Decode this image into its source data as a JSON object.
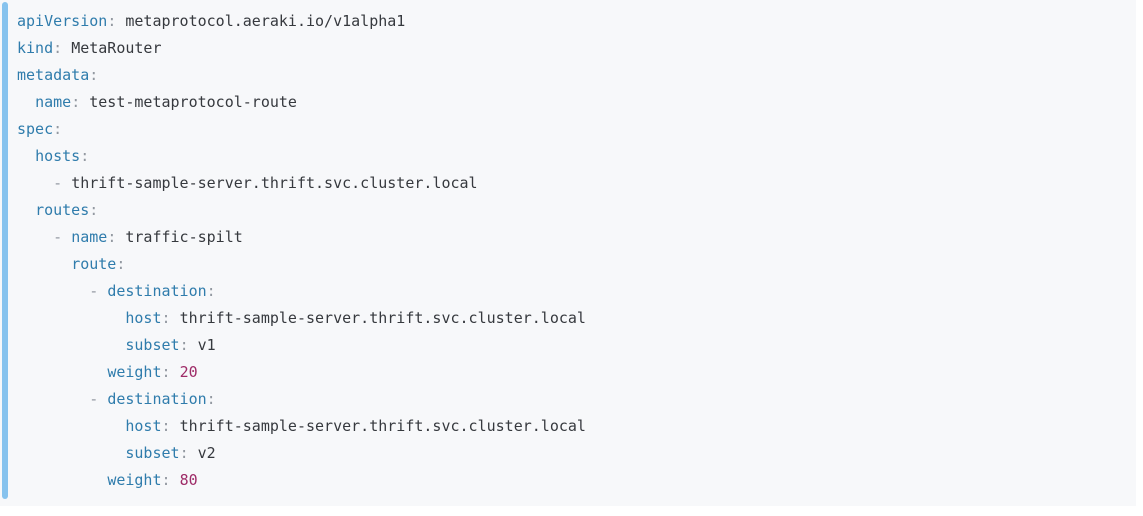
{
  "colors": {
    "background": "#f7f8fa",
    "accent_bar": "#87c3ee",
    "key": "#2f7cac",
    "punctuation": "#9399a1",
    "value": "#36393e",
    "number": "#9e2b67"
  },
  "code": {
    "language": "yaml",
    "lines": [
      [
        {
          "type": "key",
          "text": "apiVersion"
        },
        {
          "type": "punct",
          "text": ": "
        },
        {
          "type": "value",
          "text": "metaprotocol.aeraki.io/v1alpha1"
        }
      ],
      [
        {
          "type": "key",
          "text": "kind"
        },
        {
          "type": "punct",
          "text": ": "
        },
        {
          "type": "value",
          "text": "MetaRouter"
        }
      ],
      [
        {
          "type": "key",
          "text": "metadata"
        },
        {
          "type": "punct",
          "text": ":"
        }
      ],
      [
        {
          "type": "plain",
          "text": "  "
        },
        {
          "type": "key",
          "text": "name"
        },
        {
          "type": "punct",
          "text": ": "
        },
        {
          "type": "value",
          "text": "test-metaprotocol-route"
        }
      ],
      [
        {
          "type": "key",
          "text": "spec"
        },
        {
          "type": "punct",
          "text": ":"
        }
      ],
      [
        {
          "type": "plain",
          "text": "  "
        },
        {
          "type": "key",
          "text": "hosts"
        },
        {
          "type": "punct",
          "text": ":"
        }
      ],
      [
        {
          "type": "plain",
          "text": "    "
        },
        {
          "type": "punct",
          "text": "- "
        },
        {
          "type": "value",
          "text": "thrift-sample-server.thrift.svc.cluster.local"
        }
      ],
      [
        {
          "type": "plain",
          "text": "  "
        },
        {
          "type": "key",
          "text": "routes"
        },
        {
          "type": "punct",
          "text": ":"
        }
      ],
      [
        {
          "type": "plain",
          "text": "    "
        },
        {
          "type": "punct",
          "text": "- "
        },
        {
          "type": "key",
          "text": "name"
        },
        {
          "type": "punct",
          "text": ": "
        },
        {
          "type": "value",
          "text": "traffic-spilt"
        }
      ],
      [
        {
          "type": "plain",
          "text": "      "
        },
        {
          "type": "key",
          "text": "route"
        },
        {
          "type": "punct",
          "text": ":"
        }
      ],
      [
        {
          "type": "plain",
          "text": "        "
        },
        {
          "type": "punct",
          "text": "- "
        },
        {
          "type": "key",
          "text": "destination"
        },
        {
          "type": "punct",
          "text": ":"
        }
      ],
      [
        {
          "type": "plain",
          "text": "            "
        },
        {
          "type": "key",
          "text": "host"
        },
        {
          "type": "punct",
          "text": ": "
        },
        {
          "type": "value",
          "text": "thrift-sample-server.thrift.svc.cluster.local"
        }
      ],
      [
        {
          "type": "plain",
          "text": "            "
        },
        {
          "type": "key",
          "text": "subset"
        },
        {
          "type": "punct",
          "text": ": "
        },
        {
          "type": "value",
          "text": "v1"
        }
      ],
      [
        {
          "type": "plain",
          "text": "          "
        },
        {
          "type": "key",
          "text": "weight"
        },
        {
          "type": "punct",
          "text": ": "
        },
        {
          "type": "number",
          "text": "20"
        }
      ],
      [
        {
          "type": "plain",
          "text": "        "
        },
        {
          "type": "punct",
          "text": "- "
        },
        {
          "type": "key",
          "text": "destination"
        },
        {
          "type": "punct",
          "text": ":"
        }
      ],
      [
        {
          "type": "plain",
          "text": "            "
        },
        {
          "type": "key",
          "text": "host"
        },
        {
          "type": "punct",
          "text": ": "
        },
        {
          "type": "value",
          "text": "thrift-sample-server.thrift.svc.cluster.local"
        }
      ],
      [
        {
          "type": "plain",
          "text": "            "
        },
        {
          "type": "key",
          "text": "subset"
        },
        {
          "type": "punct",
          "text": ": "
        },
        {
          "type": "value",
          "text": "v2"
        }
      ],
      [
        {
          "type": "plain",
          "text": "          "
        },
        {
          "type": "key",
          "text": "weight"
        },
        {
          "type": "punct",
          "text": ": "
        },
        {
          "type": "number",
          "text": "80"
        }
      ]
    ]
  }
}
